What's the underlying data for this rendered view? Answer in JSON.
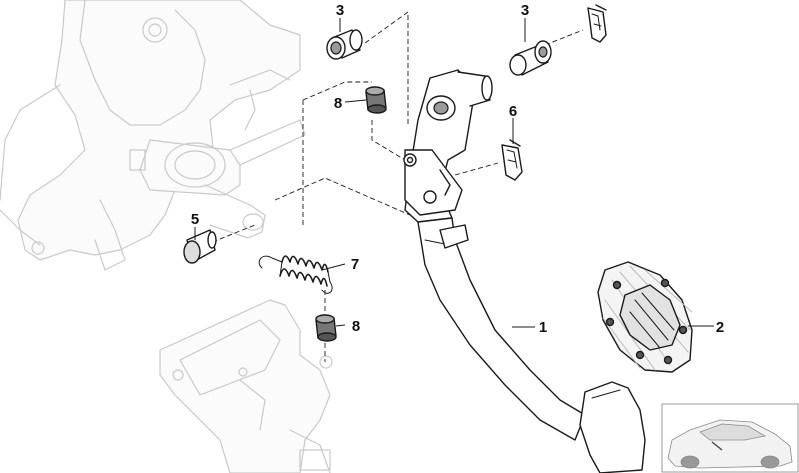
{
  "diagram": {
    "callouts": [
      {
        "id": "part-1",
        "label": "1"
      },
      {
        "id": "part-2",
        "label": "2"
      },
      {
        "id": "part-3-left",
        "label": "3"
      },
      {
        "id": "part-3-right",
        "label": "3"
      },
      {
        "id": "part-5",
        "label": "5"
      },
      {
        "id": "part-6",
        "label": "6"
      },
      {
        "id": "part-7",
        "label": "7"
      },
      {
        "id": "part-8-top",
        "label": "8"
      },
      {
        "id": "part-8-bottom",
        "label": "8"
      }
    ]
  }
}
